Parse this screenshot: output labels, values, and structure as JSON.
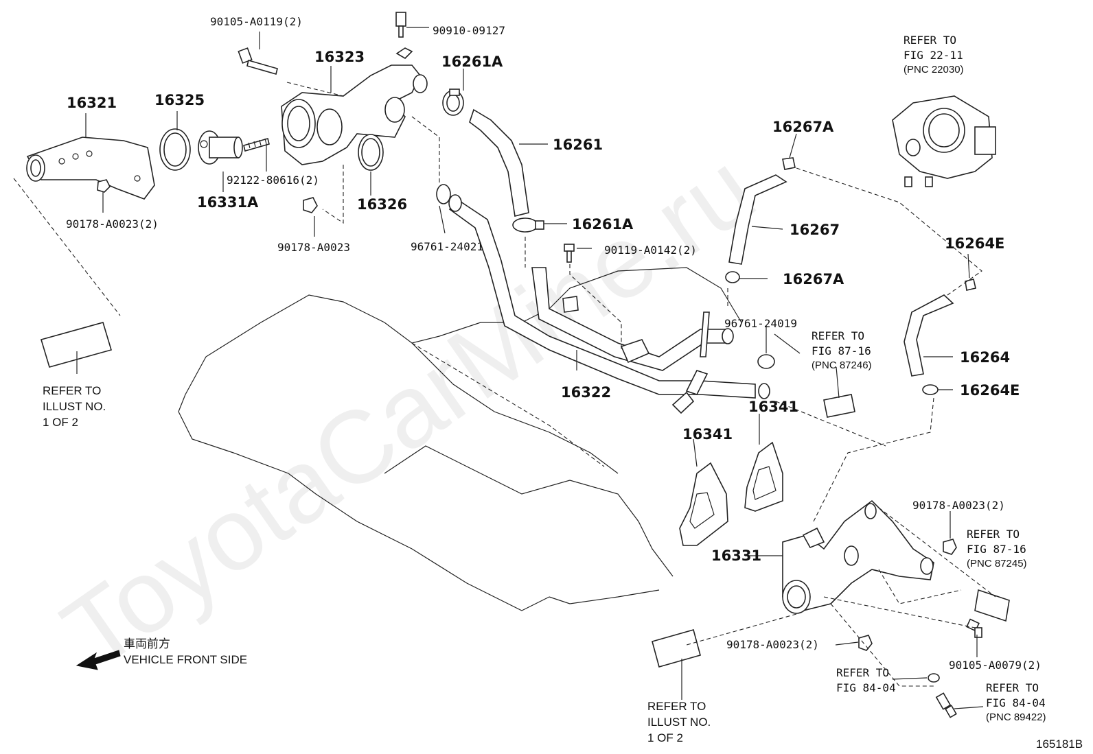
{
  "watermark": "ToyotaCarMine.ru",
  "figure_number": "165181B",
  "part_numbers": {
    "p16321": "16321",
    "p16325": "16325",
    "p16323": "16323",
    "p16331A": "16331A",
    "p16326": "16326",
    "p16261A_top": "16261A",
    "p16261": "16261",
    "p16261A_mid": "16261A",
    "p16267A_top": "16267A",
    "p16267": "16267",
    "p16267A_bot": "16267A",
    "p16264E_top": "16264E",
    "p16264": "16264",
    "p16264E_bot": "16264E",
    "p16322": "16322",
    "p16341_right": "16341",
    "p16341_left": "16341",
    "p16331": "16331"
  },
  "codes": {
    "c90105_A0119": "90105-A0119(2)",
    "c90910_09127": "90910-09127",
    "c92122_80616": "92122-80616(2)",
    "c90178_A0023_2_left": "90178-A0023(2)",
    "c90178_A0023": "90178-A0023",
    "c96761_24021": "96761-24021",
    "c90119_A0142": "90119-A0142(2)",
    "c96761_24019": "96761-24019",
    "c90178_A0023_2_right": "90178-A0023(2)",
    "c90178_A0023_2_bottom": "90178-A0023(2)",
    "c90105_A0079": "90105-A0079(2)"
  },
  "references": {
    "refer_fig_22_11": [
      "REFER TO",
      "FIG 22-11",
      "(PNC 22030)"
    ],
    "refer_fig_87_16_a": [
      "REFER TO",
      "FIG 87-16",
      "(PNC 87246)"
    ],
    "refer_fig_87_16_b": [
      "REFER TO",
      "FIG 87-16",
      "(PNC 87245)"
    ],
    "refer_fig_84_04_a": [
      "REFER TO",
      "FIG 84-04"
    ],
    "refer_fig_84_04_b": [
      "REFER TO",
      "FIG 84-04",
      "(PNC 89422)"
    ],
    "illust_left": [
      "REFER TO",
      "ILLUST NO.",
      "1 OF 2"
    ],
    "illust_bottom": [
      "REFER TO",
      "ILLUST NO.",
      "1 OF 2"
    ]
  },
  "front_label": {
    "jp": "車両前方",
    "en": "VEHICLE FRONT SIDE"
  }
}
